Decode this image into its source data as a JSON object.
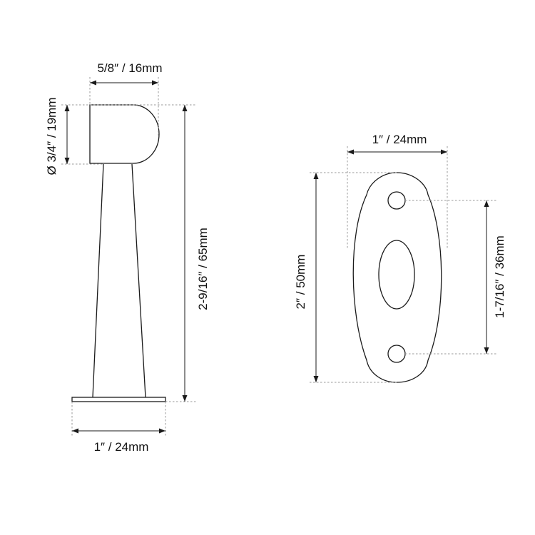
{
  "stopper": {
    "head_width": "5/8″ / 16mm",
    "head_diameter": "Ø 3/4″ / 19mm",
    "overall_height": "2-9/16″ / 65mm",
    "base_width": "1″ / 24mm"
  },
  "plate": {
    "width": "1″ / 24mm",
    "height": "2″ / 50mm",
    "hole_spacing": "1-7/16″ / 36mm"
  },
  "colors": {
    "line": "#1a1a1a",
    "guide": "#9a9a9a",
    "background": "#ffffff"
  }
}
